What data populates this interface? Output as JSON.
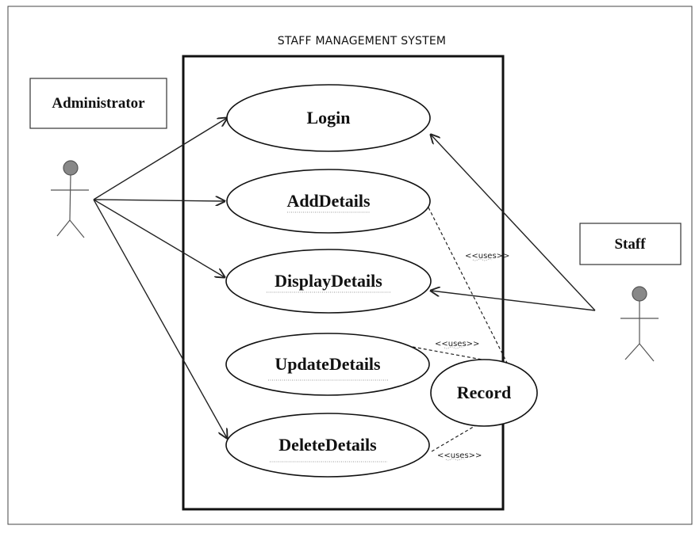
{
  "diagram": {
    "title": "STAFF MANAGEMENT SYSTEM",
    "actors": {
      "administrator": "Administrator",
      "staff": "Staff"
    },
    "use_cases": {
      "login": "Login",
      "add_details": "AddDetails",
      "display_details": "DisplayDetails",
      "update_details": "UpdateDetails",
      "delete_details": "DeleteDetails",
      "record": "Record"
    },
    "relations": {
      "uses_add": "<<uses>>",
      "uses_update": "<<uses>>",
      "uses_delete": "<<uses>>"
    }
  }
}
